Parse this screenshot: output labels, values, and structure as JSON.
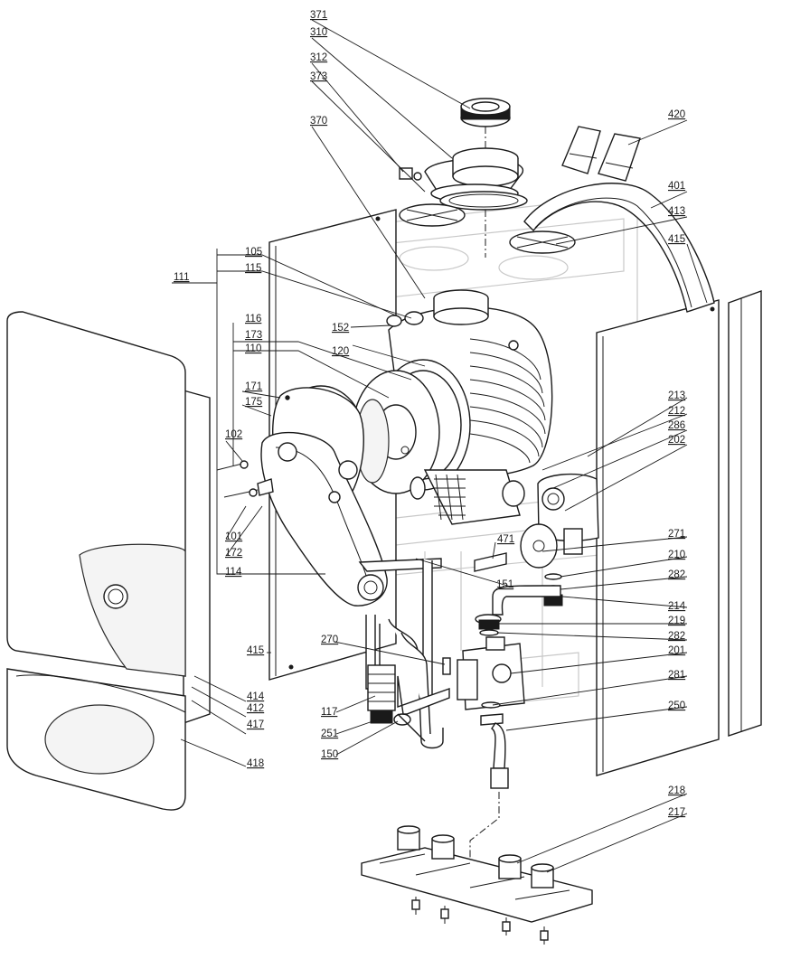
{
  "part_labels": {
    "p371": "371",
    "p310": "310",
    "p312": "312",
    "p373": "373",
    "p370": "370",
    "p420": "420",
    "p401": "401",
    "p413": "413",
    "p415a": "415",
    "p105": "105",
    "p115": "115",
    "p111": "111",
    "p152": "152",
    "p116": "116",
    "p173": "173",
    "p110": "110",
    "p120": "120",
    "p171": "171",
    "p175": "175",
    "p102": "102",
    "p101": "101",
    "p172": "172",
    "p114": "114",
    "p213": "213",
    "p212": "212",
    "p286": "286",
    "p202": "202",
    "p271": "271",
    "p210": "210",
    "p282a": "282",
    "p471": "471",
    "p151": "151",
    "p214": "214",
    "p219": "219",
    "p282b": "282",
    "p201": "201",
    "p270": "270",
    "p415b": "415",
    "p414": "414",
    "p412": "412",
    "p417": "417",
    "p281": "281",
    "p250": "250",
    "p117": "117",
    "p251": "251",
    "p150": "150",
    "p418": "418",
    "p218": "218",
    "p217": "217"
  }
}
